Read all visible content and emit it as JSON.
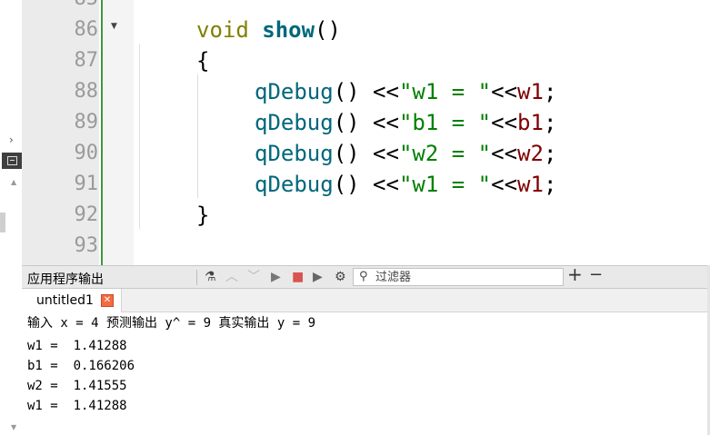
{
  "editor": {
    "line_numbers": [
      "85",
      "86",
      "87",
      "88",
      "89",
      "90",
      "91",
      "92",
      "93"
    ],
    "code": {
      "line86": {
        "kw": "void",
        "fn": "show",
        "rest": "()"
      },
      "line87": "{",
      "line88": {
        "call": "qDebug",
        "paren": "()",
        "op": " <<",
        "str": "\"w1 = \"",
        "op2": "<<",
        "var": "w1",
        "end": ";"
      },
      "line89": {
        "call": "qDebug",
        "paren": "()",
        "op": " <<",
        "str": "\"b1 = \"",
        "op2": "<<",
        "var": "b1",
        "end": ";"
      },
      "line90": {
        "call": "qDebug",
        "paren": "()",
        "op": " <<",
        "str": "\"w2 = \"",
        "op2": "<<",
        "var": "w2",
        "end": ";"
      },
      "line91": {
        "call": "qDebug",
        "paren": "()",
        "op": " <<",
        "str": "\"w1 = \"",
        "op2": "<<",
        "var": "w1",
        "end": ";"
      },
      "line92": "}"
    }
  },
  "output_pane": {
    "title": "应用程序输出",
    "filter_placeholder": "过滤器",
    "add_label": "+",
    "remove_label": "−",
    "tab_label": "untitled1",
    "tab_close": "✕",
    "lines": [
      "输入 x = 4 预测输出 y^ = 9 真实输出 y = 9",
      "w1 =  1.41288",
      "b1 =  0.166206",
      "w2 =  1.41555",
      "w1 =  1.41288"
    ]
  },
  "icons": {
    "strip_arrow": "chevron-right-icon",
    "pane_toggle": "panel-icon",
    "build": "build-icon",
    "prev": "chevron-up-icon",
    "next": "chevron-down-icon",
    "run": "run-icon",
    "stop": "stop-icon",
    "debug_run": "debug-run-icon",
    "settings": "gear-icon",
    "search": "search-icon"
  },
  "colors": {
    "keyword": "#808000",
    "function": "#00677c",
    "string": "#008000",
    "variable": "#800000",
    "stop": "#d9534f",
    "run": "#777777",
    "tab_close": "#f36b3f"
  }
}
